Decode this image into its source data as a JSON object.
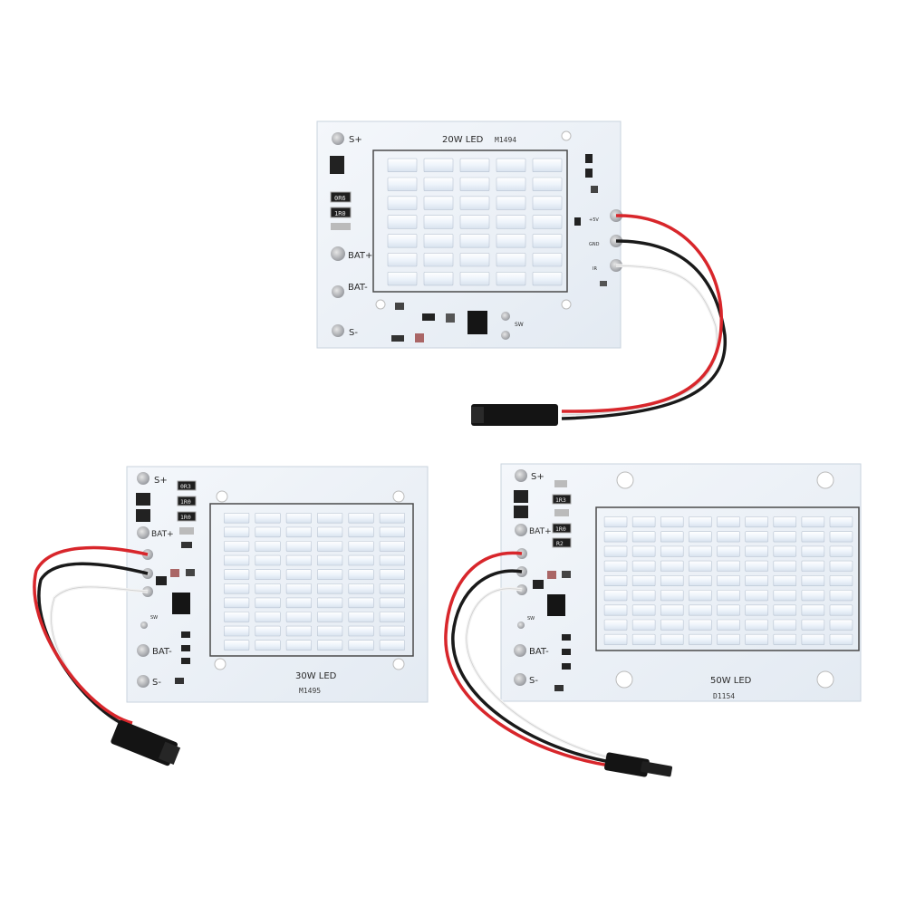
{
  "boards": [
    {
      "id": "board-20w",
      "title": "20W LED",
      "code": "M1494",
      "labels": {
        "s_plus": "S+",
        "bat_plus": "BAT+",
        "bat_minus": "BAT-",
        "s_minus": "S-"
      },
      "led_grid": {
        "cols": 5,
        "rows": 7
      },
      "wire_labels": {
        "v5": "+5V",
        "gnd": "GND",
        "ir": "IR"
      },
      "resistors": [
        "0R6",
        "1R0"
      ],
      "sw": "SW"
    },
    {
      "id": "board-30w",
      "title": "30W LED",
      "code": "M1495",
      "labels": {
        "s_plus": "S+",
        "bat_plus": "BAT+",
        "bat_minus": "BAT-",
        "s_minus": "S-"
      },
      "led_grid": {
        "cols": 6,
        "rows": 10
      },
      "resistors": [
        "0R3",
        "1R0",
        "1R0"
      ],
      "sw": "SW"
    },
    {
      "id": "board-50w",
      "title": "50W LED",
      "code": "D1154",
      "labels": {
        "s_plus": "S+",
        "bat_plus": "BAT+",
        "bat_minus": "BAT-",
        "s_minus": "S-"
      },
      "led_grid": {
        "cols": 9,
        "rows": 9
      },
      "resistors": [
        "1R3",
        "1R0",
        "R2"
      ],
      "sw": "SW"
    }
  ],
  "colors": {
    "pcb": "#eef3f8",
    "led": "#f8fbff",
    "wire_red": "#d8262b",
    "wire_black": "#1a1a1a",
    "connector": "#141414"
  }
}
